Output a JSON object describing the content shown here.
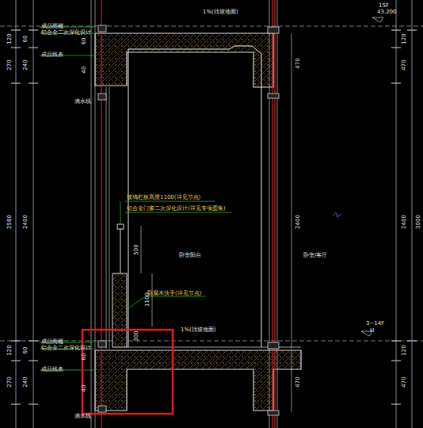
{
  "diagram": {
    "labels": [
      "15F",
      "43.200",
      "1%(找坡地面)",
      "成品雨棚",
      "铝合金二次深化设计",
      "成品线条",
      "滴水线",
      "玻璃栏板高度1100(详见节点)",
      "铝合金门窗二次深化设计(详见专项图集)",
      "卧室阳台",
      "卧室/客厅",
      "防腐木扶手(详见节点)",
      "1%(找坡地面)",
      "3~14F",
      "H",
      "成品雨棚",
      "铝合金二次深化设计",
      "成品线条",
      "滴水线",
      "120",
      "270",
      "2580",
      "120",
      "270",
      "60",
      "240",
      "2400",
      "60",
      "240",
      "60",
      "40",
      "60",
      "40",
      "470",
      "2400",
      "470",
      "500",
      "1100",
      "300",
      "120",
      "470",
      "2400",
      "120",
      "470",
      "3000"
    ]
  }
}
